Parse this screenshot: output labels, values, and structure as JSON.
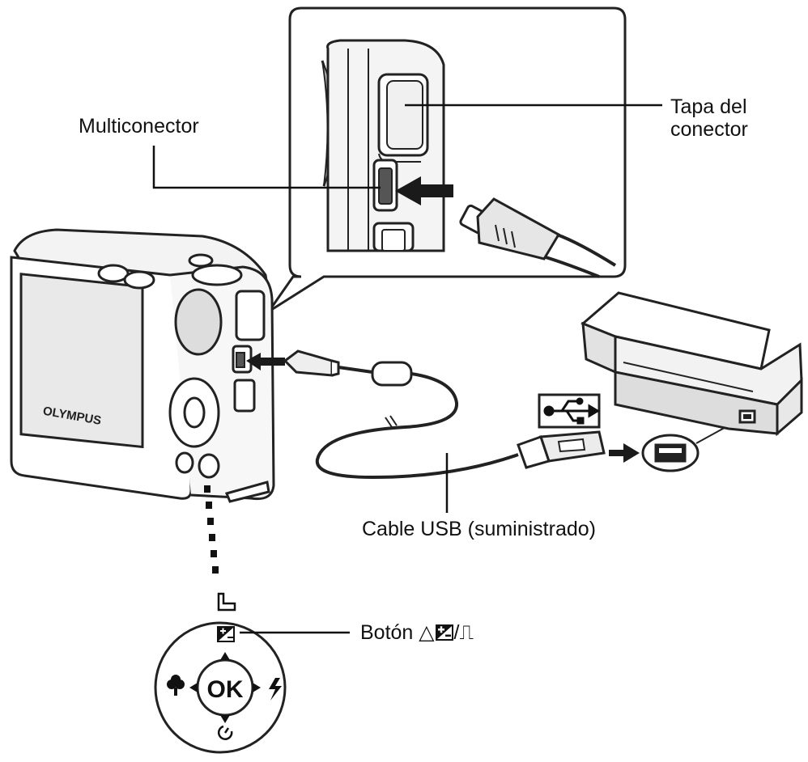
{
  "labels": {
    "multiconnector": "Multiconector",
    "connector_cover_line1": "Tapa del",
    "connector_cover_line2": "conector",
    "usb_cable": "Cable USB (suministrado)",
    "button_text": "Botón",
    "button_symbols": "△",
    "button_separator": "/",
    "button_print_symbol": "⎍"
  },
  "camera": {
    "brand": "OLYMPUS",
    "ok_label": "OK"
  },
  "icons": {
    "usb": "usb-icon",
    "exposure": "exposure-compensation-icon",
    "print": "print-icon",
    "macro": "macro-flower-icon",
    "flash": "flash-icon",
    "self_timer": "self-timer-icon"
  },
  "colors": {
    "line": "#222222",
    "fill": "#ffffff",
    "shade": "#d9d9d9"
  }
}
